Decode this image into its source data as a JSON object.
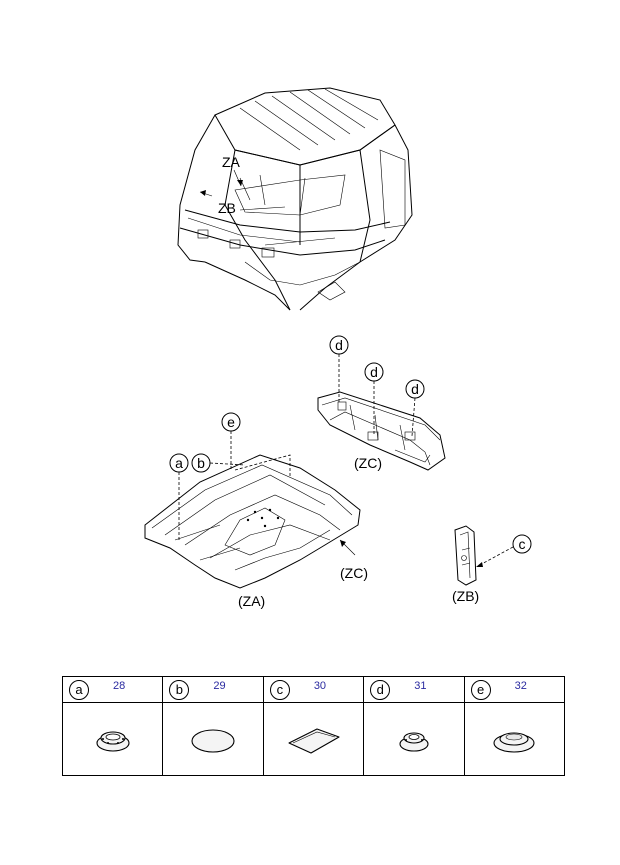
{
  "callouts": {
    "top_za": "ZA",
    "top_zb": "ZB",
    "zc_upper": "(ZC)",
    "zc_lower": "(ZC)",
    "za": "(ZA)",
    "zb": "(ZB)"
  },
  "diagram_letters": {
    "a": "a",
    "b": "b",
    "c": "c",
    "d1": "d",
    "d2": "d",
    "d3": "d",
    "e": "e"
  },
  "parts_table": [
    {
      "letter": "a",
      "number": "28",
      "shape": "grommet-icon"
    },
    {
      "letter": "b",
      "number": "29",
      "shape": "round-plug-icon"
    },
    {
      "letter": "c",
      "number": "30",
      "shape": "rect-plug-icon"
    },
    {
      "letter": "d",
      "number": "31",
      "shape": "grommet-icon"
    },
    {
      "letter": "e",
      "number": "32",
      "shape": "dome-plug-icon"
    }
  ],
  "colors": {
    "line": "#000000",
    "part_number": "#2a2aa0"
  }
}
